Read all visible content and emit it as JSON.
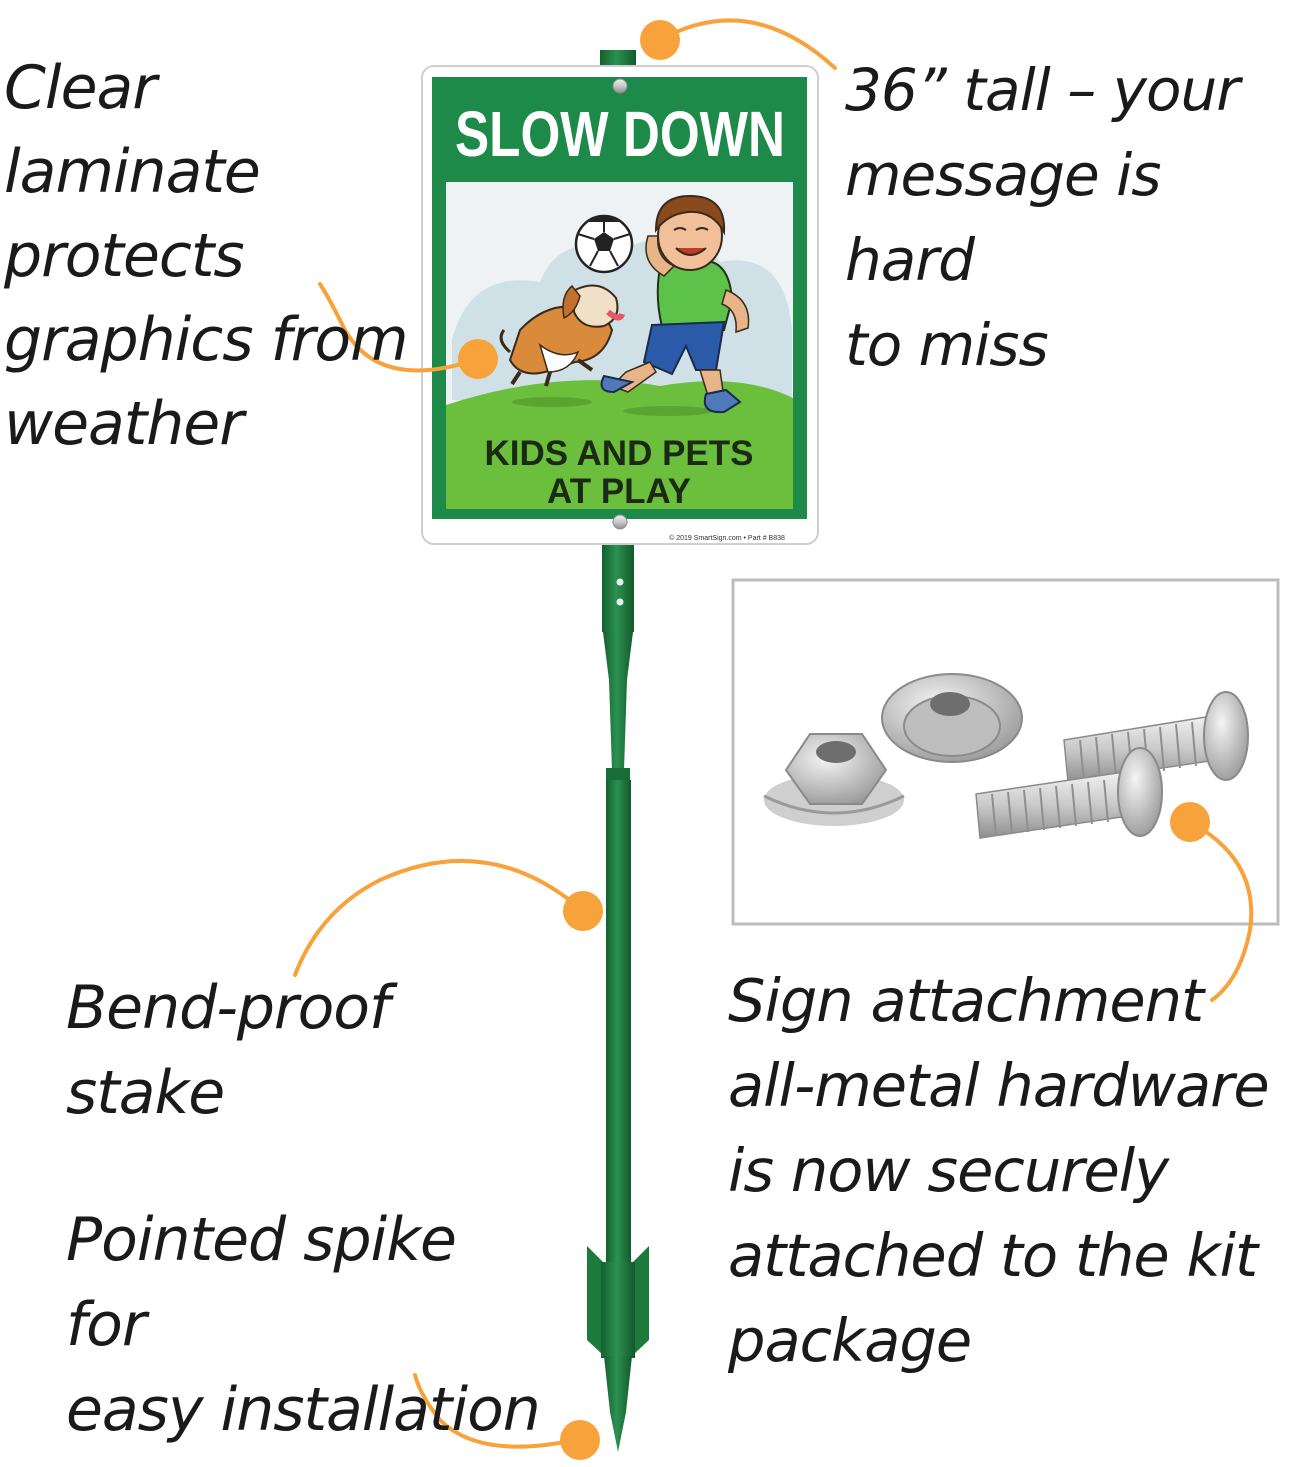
{
  "sign": {
    "title": "SLOW DOWN",
    "subtitle_line1": "KIDS AND PETS",
    "subtitle_line2": "AT PLAY",
    "copyright": "© 2019 SmartSign.com • Part # B838",
    "green": "#1e8a4a",
    "grass": "#6cbf3c"
  },
  "callouts": {
    "laminate": "Clear laminate\nprotects\ngraphics from\nweather",
    "height": "36” tall – your\nmessage is hard\nto miss",
    "stake": "Bend-proof\nstake",
    "spike": "Pointed spike for\neasy installation",
    "hardware": "Sign attachment\nall-metal hardware\nis now securely\nattached to the kit\npackage"
  },
  "colors": {
    "accent_orange": "#f7a23a",
    "stake_green": "#1f7a3d",
    "frame_gray": "#bdbdbd"
  },
  "icons": [
    "soccer-ball-icon",
    "boy-illustration",
    "dog-illustration",
    "hex-nut-icon",
    "flange-nut-icon",
    "bolt-icon"
  ]
}
